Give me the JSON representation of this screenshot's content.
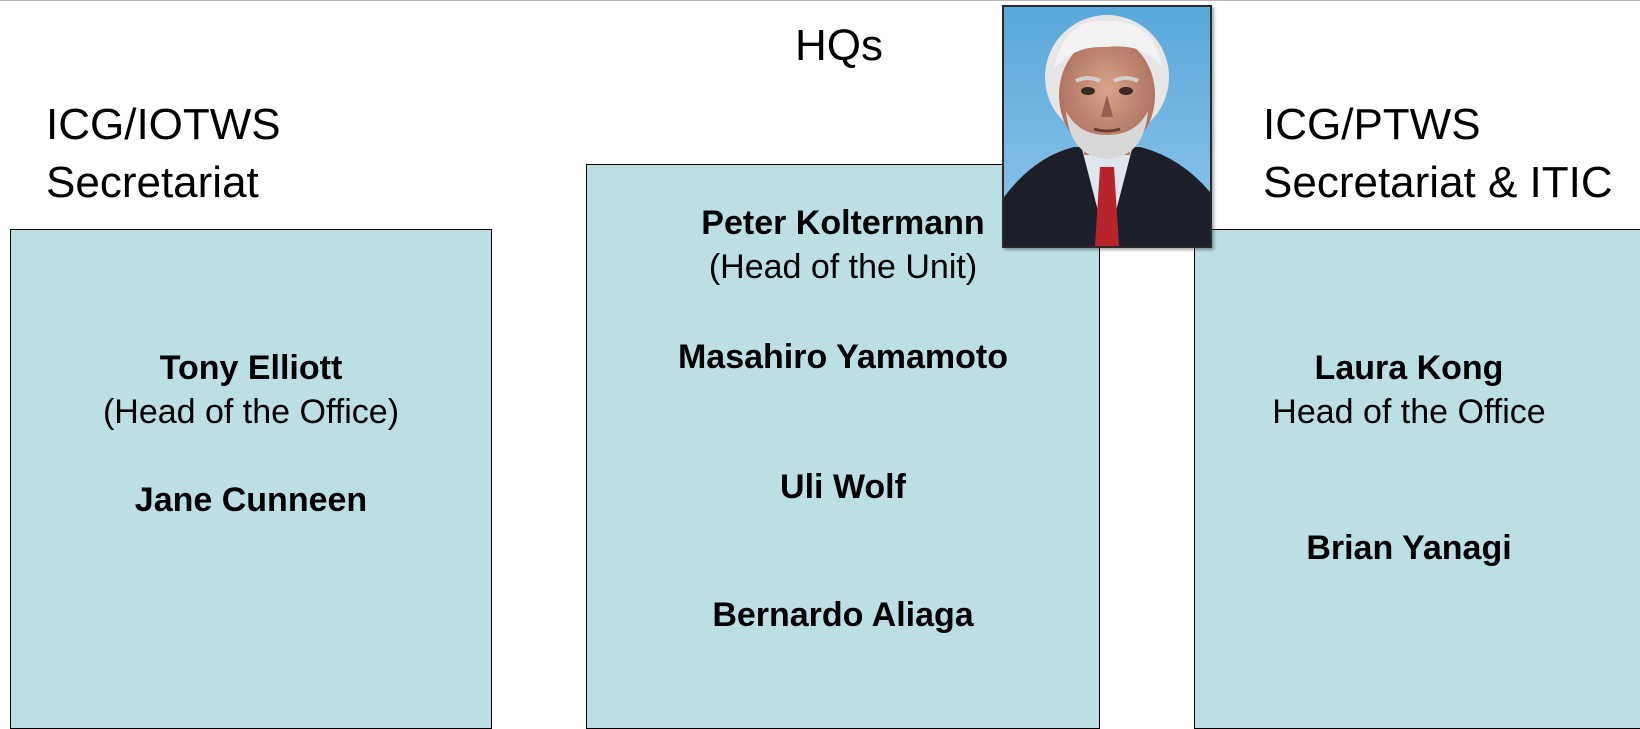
{
  "hq": {
    "heading": "HQs",
    "members": [
      {
        "name": "Peter Koltermann",
        "role": "(Head of the Unit)"
      },
      {
        "name": "Masahiro Yamamoto"
      },
      {
        "name": "Uli Wolf"
      },
      {
        "name": "Bernardo Aliaga"
      }
    ]
  },
  "iotws": {
    "heading": [
      "ICG/IOTWS",
      "Secretariat"
    ],
    "members": [
      {
        "name": "Tony Elliott",
        "role": "(Head of the Office)"
      },
      {
        "name": "Jane Cunneen"
      }
    ]
  },
  "ptws": {
    "heading": [
      "ICG/PTWS",
      "Secretariat & ITIC"
    ],
    "members": [
      {
        "name": "Laura Kong",
        "role": "Head of the Office"
      },
      {
        "name": "Brian Yanagi"
      }
    ]
  },
  "colors": {
    "panel_fill": "#bbdfe3",
    "panel_border": "#000000"
  }
}
